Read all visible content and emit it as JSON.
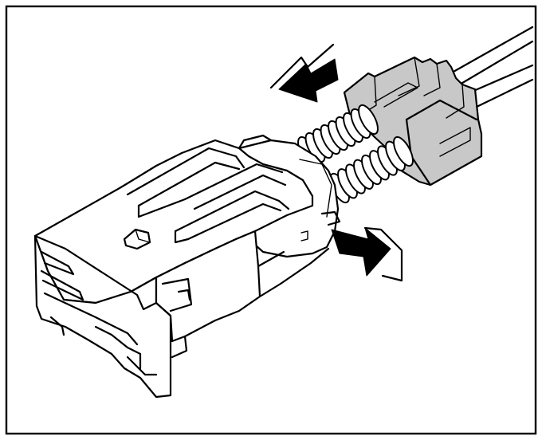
{
  "illustration": {
    "style": "line-art",
    "colors": {
      "background": "#ffffff",
      "line": "#000000",
      "seal_fill": "#c8c8c8",
      "arrow_fill": "#000000"
    },
    "icons": [
      "connector-housing",
      "spring-seal",
      "grommet-cap",
      "wire",
      "push-arrow"
    ],
    "labels": []
  }
}
